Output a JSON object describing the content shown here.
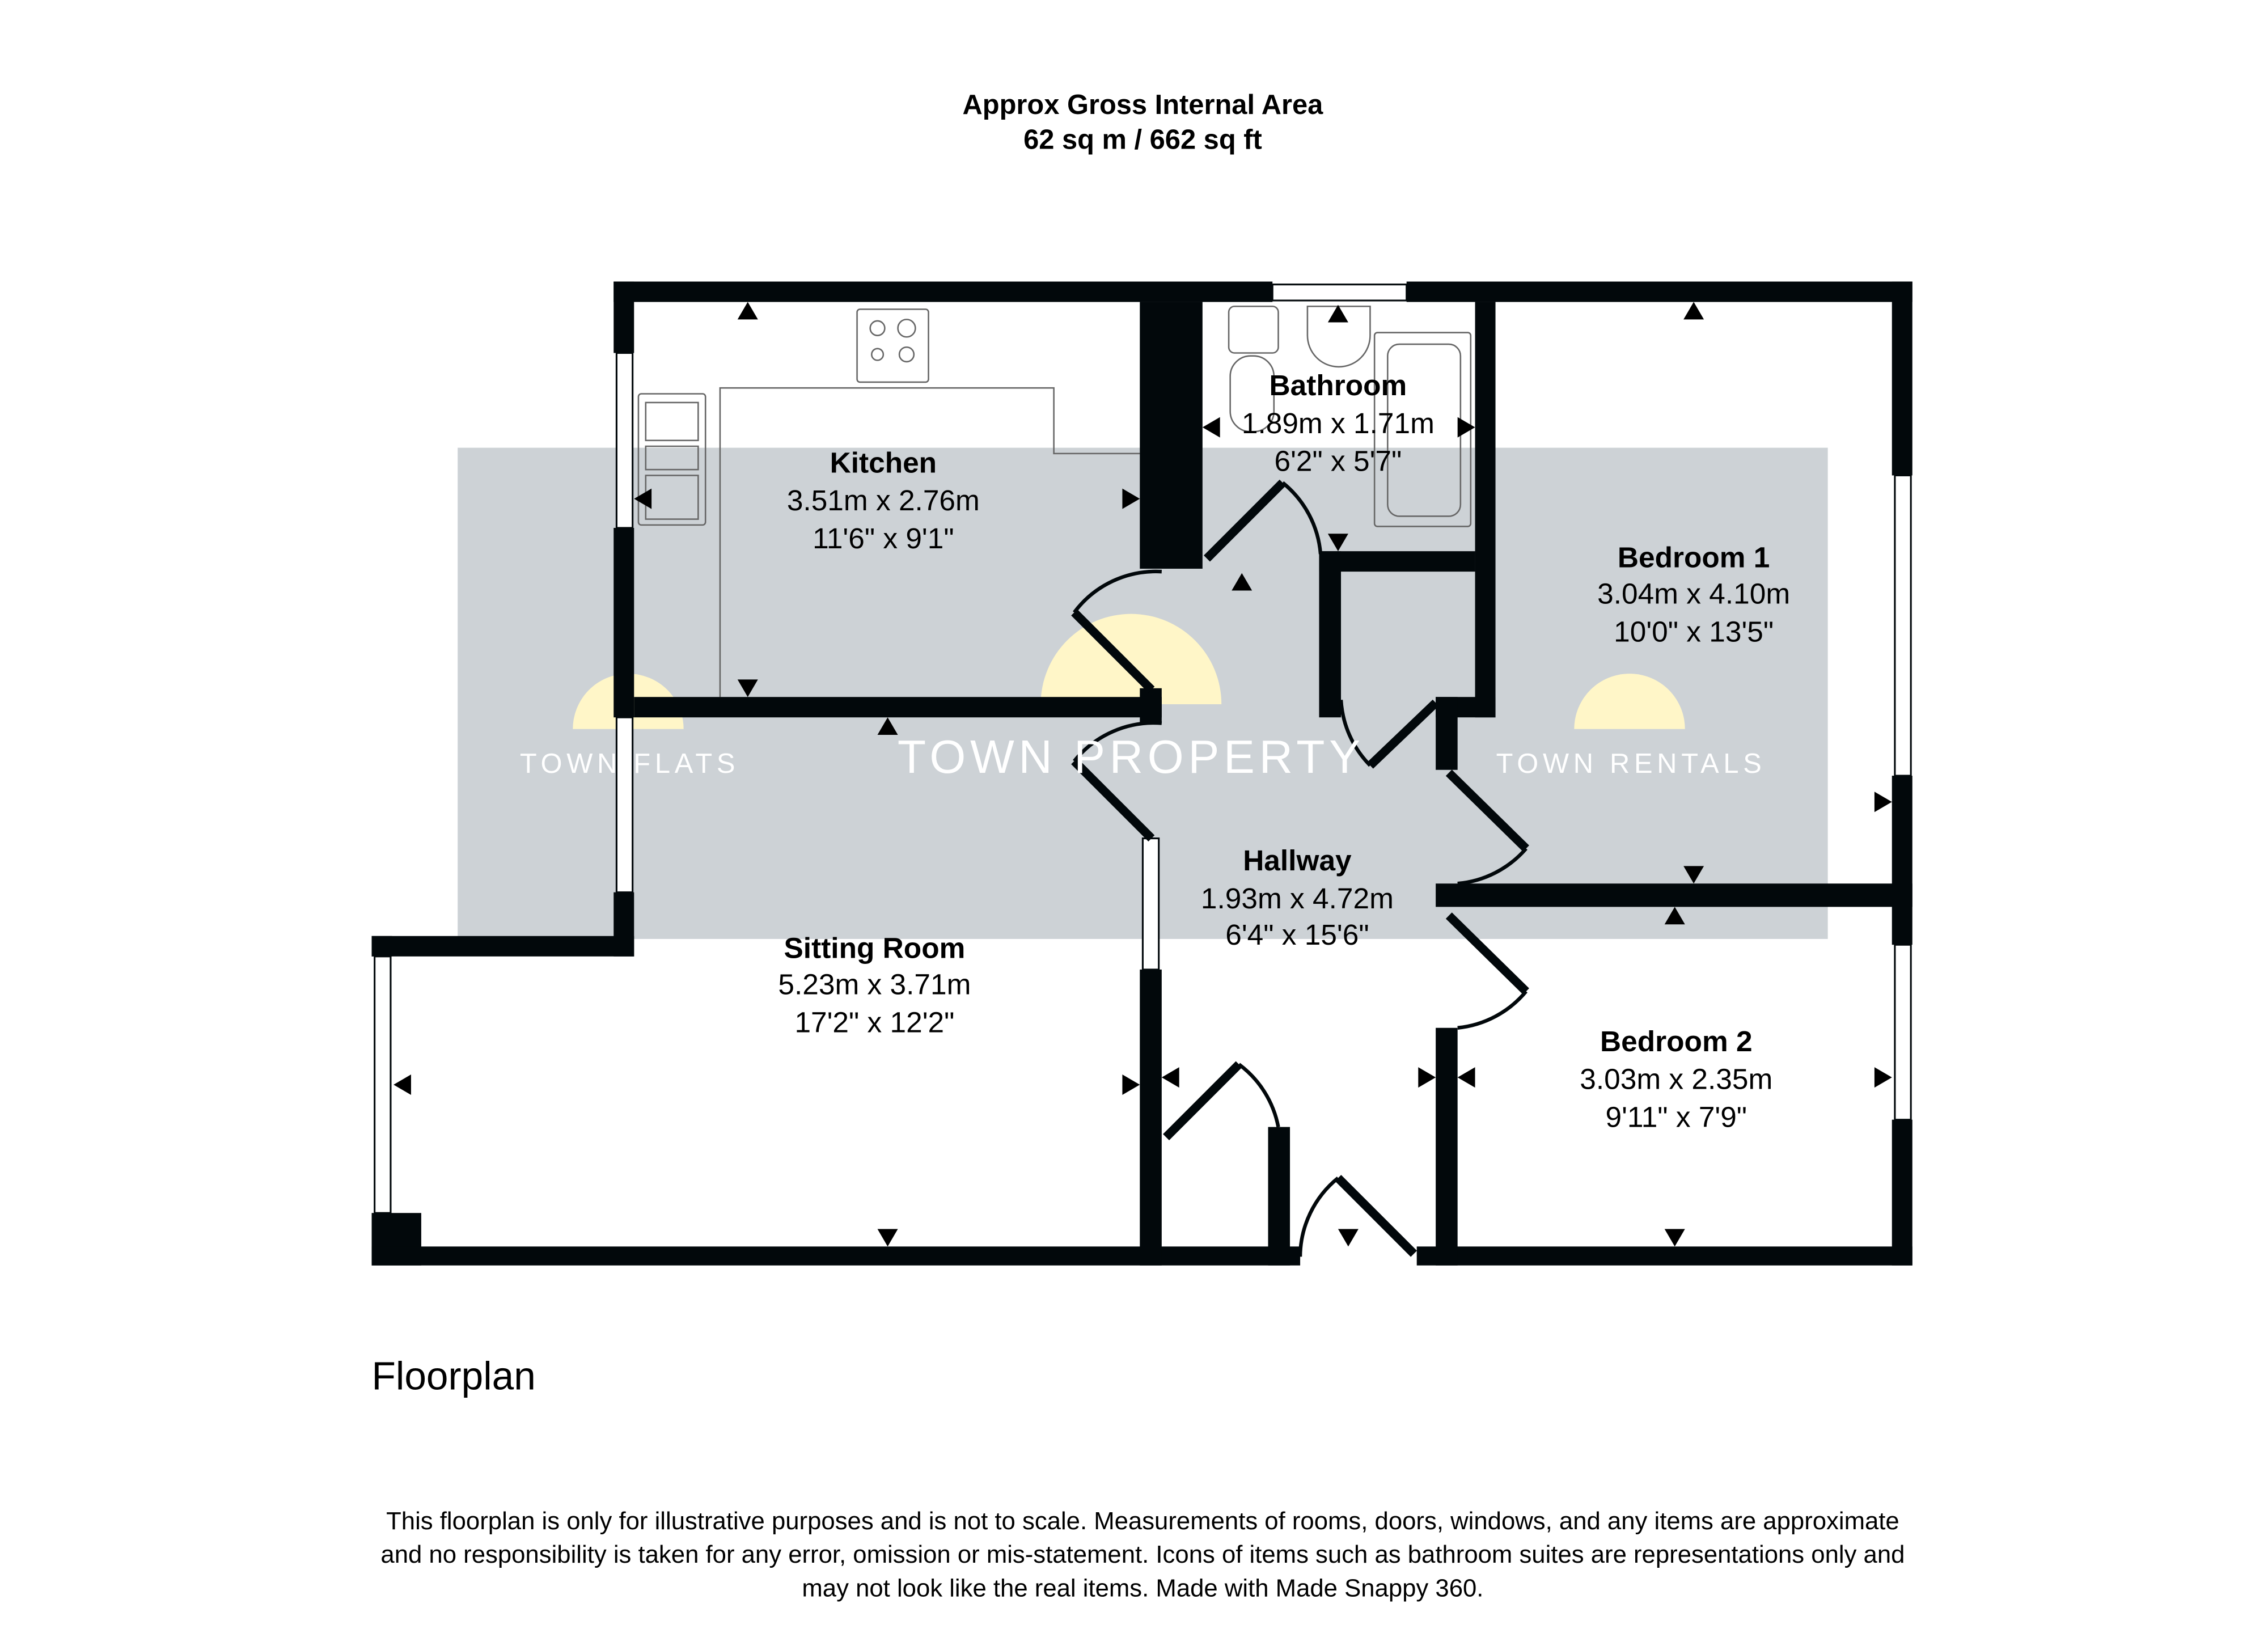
{
  "header": {
    "title": "Approx Gross Internal Area",
    "area": "62 sq m / 662 sq ft"
  },
  "rooms": [
    {
      "name": "Kitchen",
      "metric": "3.51m x 2.76m",
      "imperial": "11'6\" x 9'1\""
    },
    {
      "name": "Bathroom",
      "metric": "1.89m x 1.71m",
      "imperial": "6'2\" x 5'7\""
    },
    {
      "name": "Bedroom 1",
      "metric": "3.04m x 4.10m",
      "imperial": "10'0\" x 13'5\""
    },
    {
      "name": "Hallway",
      "metric": "1.93m x 4.72m",
      "imperial": "6'4\" x 15'6\""
    },
    {
      "name": "Sitting Room",
      "metric": "5.23m x 3.71m",
      "imperial": "17'2\" x 12'2\""
    },
    {
      "name": "Bedroom 2",
      "metric": "3.03m x 2.35m",
      "imperial": "9'11\" x 7'9\""
    }
  ],
  "watermark": {
    "left": "TOWN FLATS",
    "center": "TOWN PROPERTY",
    "right": "TOWN RENTALS",
    "band_color": "#cdd2d6",
    "logo_color": "#fff6c8"
  },
  "floor_label": "Floorplan",
  "disclaimer": [
    "This floorplan is only for illustrative purposes and is not to scale. Measurements of rooms, doors, windows, and any items are approximate",
    "and no responsibility is taken for any error, omission or mis-statement. Icons of items such as bathroom suites are representations only and",
    "may not look like the real items. Made with Made Snappy 360."
  ]
}
